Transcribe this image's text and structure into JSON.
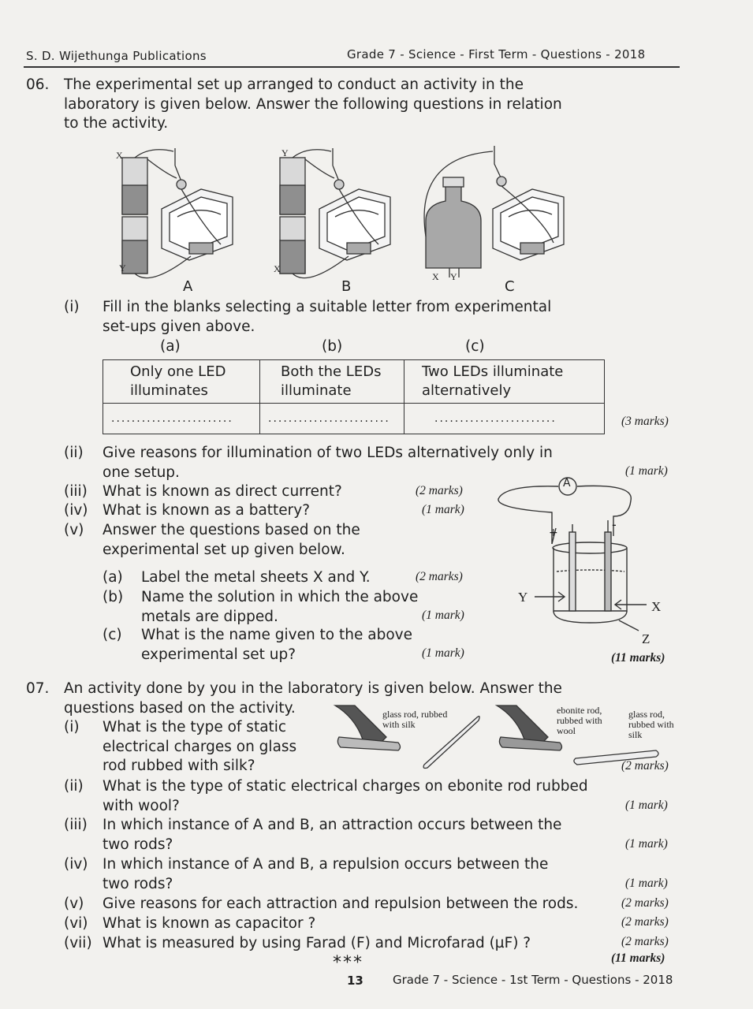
{
  "header": {
    "left": "S. D. Wijethunga Publications",
    "right": "Grade 7 - Science - First Term - Questions - 2018"
  },
  "q06": {
    "number": "06.",
    "intro": [
      "The experimental set up arranged to conduct an activity in the",
      "laboratory is given below. Answer the following questions in relation",
      "to the activity."
    ],
    "setup_labels": {
      "a": "A",
      "b": "B",
      "c": "C"
    },
    "terminal_labels": {
      "a_top": "X",
      "a_bottom": "Y",
      "b_top": "Y",
      "b_bottom": "X",
      "c_left": "X",
      "c_right": "Y"
    },
    "i_num": "(i)",
    "i_text": [
      "Fill in the blanks selecting a suitable letter from experimental",
      "set-ups given above."
    ],
    "col_a": "(a)",
    "col_b": "(b)",
    "col_c": "(c)",
    "cell_a": [
      "Only one LED",
      "illuminates"
    ],
    "cell_b": [
      "Both the LEDs",
      "illuminate"
    ],
    "cell_c": [
      "Two LEDs illuminate",
      "alternatively"
    ],
    "dots": "........................",
    "i_marks": "(3 marks)",
    "ii_num": "(ii)",
    "ii_text": [
      "Give reasons for illumination of two LEDs alternatively only in",
      "one setup."
    ],
    "ii_marks": "(1 mark)",
    "iii_num": "(iii)",
    "iii_text": "What is known as direct current?",
    "iii_marks": "(2 marks)",
    "iv_num": "(iv)",
    "iv_text": "What is known as a battery?",
    "iv_marks": "(1 mark)",
    "v_num": "(v)",
    "v_text": [
      "Answer the questions based on the",
      "experimental set up given below."
    ],
    "va_num": "(a)",
    "va_text": "Label the metal sheets X and Y.",
    "va_marks": "(2 marks)",
    "vb_num": "(b)",
    "vb_text": [
      "Name the solution in which the above",
      "metals are dipped."
    ],
    "vb_marks": "(1 mark)",
    "vc_num": "(c)",
    "vc_text": [
      "What is the name given to the above",
      "experimental set up?"
    ],
    "vc_marks": "(1 mark)",
    "cell_labels": {
      "ammeter": "A",
      "plus": "+",
      "minus": "-",
      "y": "Y",
      "x": "X",
      "z": "Z"
    },
    "total": "(11 marks)"
  },
  "q07": {
    "number": "07.",
    "intro": [
      "An activity done by you in the laboratory is given below. Answer the",
      "questions based on the activity."
    ],
    "fig_a_label": [
      "glass rod, rubbed",
      "with silk"
    ],
    "fig_b_label1": [
      "ebonite rod,",
      "rubbed with",
      "wool"
    ],
    "fig_b_label2": [
      "glass rod,",
      "rubbed with",
      "silk"
    ],
    "i_num": "(i)",
    "i_text": [
      "What is the type of static",
      "electrical charges on glass",
      "rod rubbed with silk?"
    ],
    "i_marks": "(2 marks)",
    "ii_num": "(ii)",
    "ii_text": [
      "What is the type of static electrical charges on ebonite rod rubbed",
      "with wool?"
    ],
    "ii_marks": "(1 mark)",
    "iii_num": "(iii)",
    "iii_text": [
      "In which instance of A and B, an attraction occurs between the",
      "two rods?"
    ],
    "iii_marks": "(1 mark)",
    "iv_num": "(iv)",
    "iv_text": [
      "In which instance of A and B, a repulsion occurs between the",
      "two rods?"
    ],
    "iv_marks": "(1 mark)",
    "v_num": "(v)",
    "v_text": "Give reasons for each attraction and repulsion between the rods.",
    "v_marks": "(2 marks)",
    "vi_num": "(vi)",
    "vi_text": "What is known as capacitor ?",
    "vi_marks": "(2 marks)",
    "vii_num": "(vii)",
    "vii_text": "What is measured by using Farad (F) and Microfarad (µF) ?",
    "vii_marks": "(2 marks)",
    "total": "(11 marks)"
  },
  "footer": {
    "stars": "***",
    "page": "13",
    "text": "Grade 7 - Science - 1st Term - Questions - 2018"
  }
}
